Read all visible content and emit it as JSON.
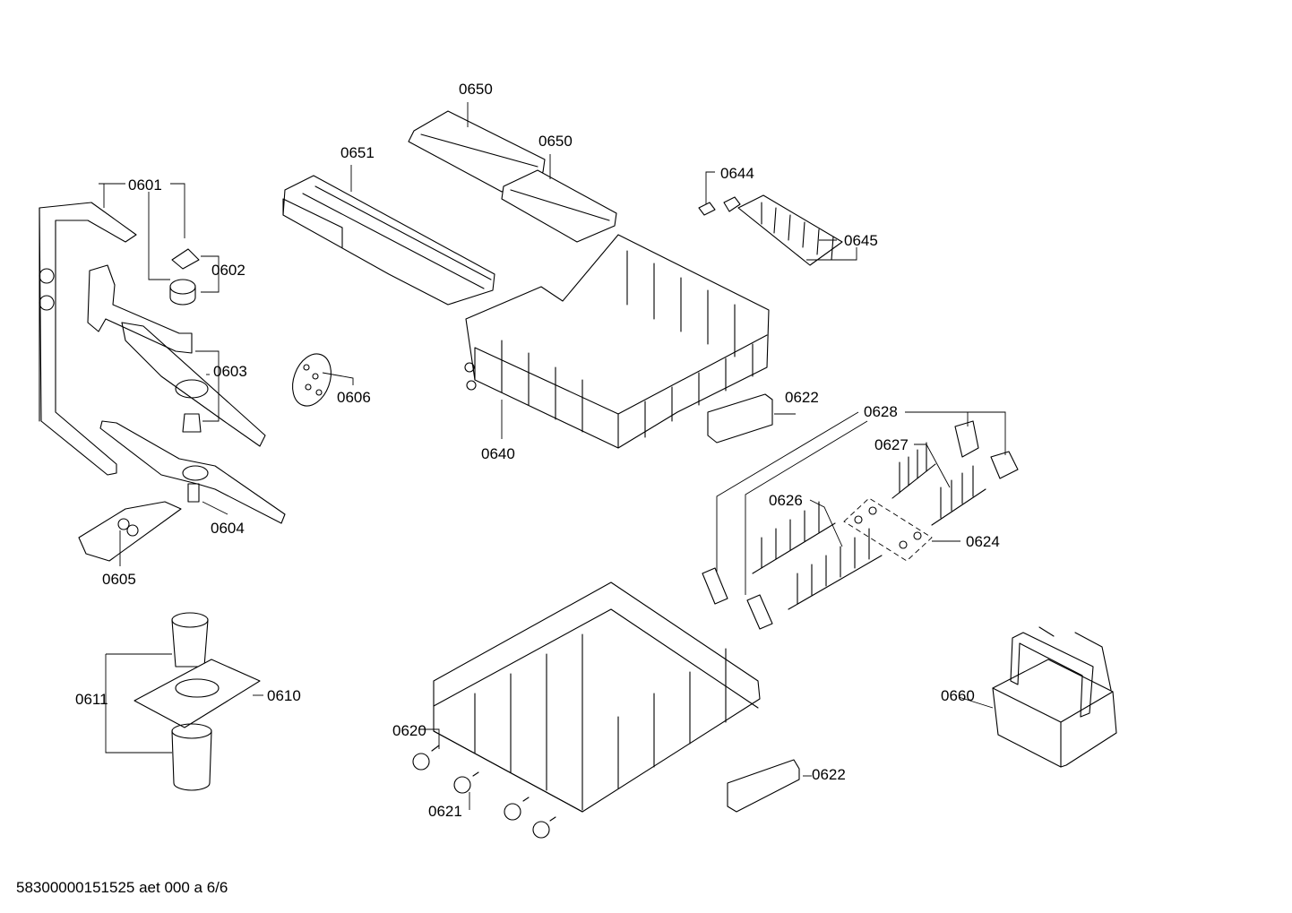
{
  "labels": {
    "p0601": "0601",
    "p0602": "0602",
    "p0603": "0603",
    "p0604": "0604",
    "p0605": "0605",
    "p0606": "0606",
    "p0610": "0610",
    "p0611": "0611",
    "p0620": "0620",
    "p0621": "0621",
    "p0622a": "0622",
    "p0622b": "0622",
    "p0624": "0624",
    "p0626": "0626",
    "p0627": "0627",
    "p0628": "0628",
    "p0640": "0640",
    "p0644": "0644",
    "p0645": "0645",
    "p0650a": "0650",
    "p0650b": "0650",
    "p0651": "0651",
    "p0660": "0660"
  },
  "footer": "58300000151525 aet 000 a 6/6"
}
